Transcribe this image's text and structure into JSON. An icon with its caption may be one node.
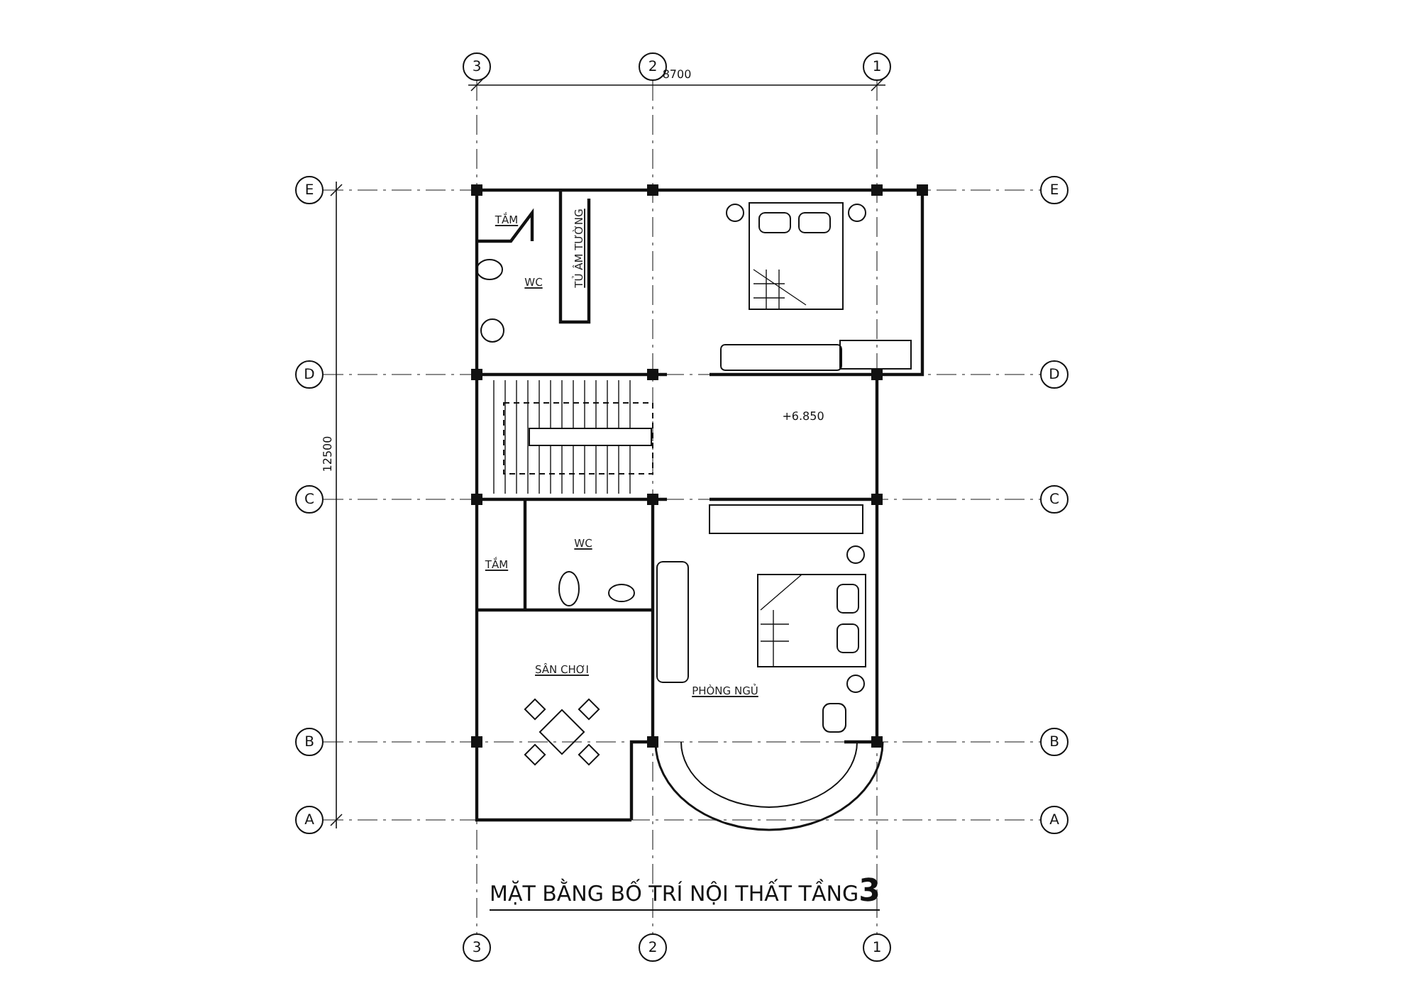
{
  "diagram": {
    "title": "MẶT BẰNG BỐ TRÍ NỘI THẤT TẦNG**3**",
    "labels": [
      "3",
      "2",
      "1",
      "8700",
      "E",
      "E",
      "TẮM",
      "WC",
      "TỦ ÂM TƯỜNG",
      "D",
      "D",
      "12500",
      "+6.850",
      "C",
      "C",
      "WC",
      "TẮM",
      "SÂN CHƠI",
      "PHÒNG NGỦ",
      "B",
      "B",
      "A",
      "A",
      "3",
      "2",
      "1"
    ]
  }
}
